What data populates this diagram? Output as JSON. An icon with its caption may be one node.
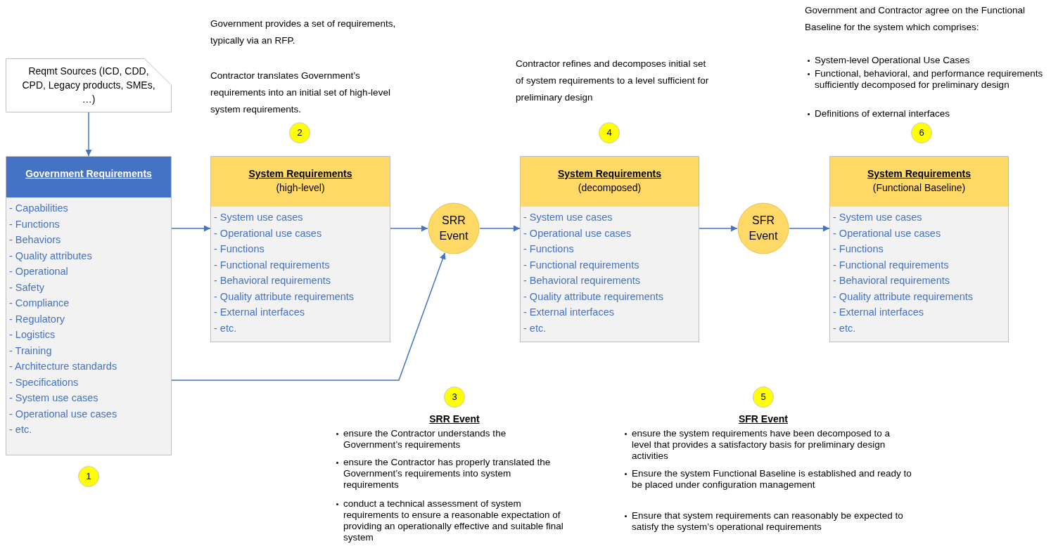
{
  "diagram": {
    "nodes": [
      {
        "text": [
          "Reqmt Sources (ICD, CDD, CPD, Legacy products, SMEs, …)"
        ]
      },
      {
        "text": [
          "Government Requirements",
          "- Capabilities",
          "- Functions",
          "- Behaviors",
          "- Quality attributes",
          "- Operational",
          "- Safety",
          "- Compliance",
          "- Regulatory",
          "- Logistics",
          "- Training",
          "- Architecture standards",
          "- Specifications",
          "- System use cases",
          "- Operational use cases",
          "- etc."
        ]
      },
      {
        "text": [
          "System Requirements",
          "(high-level)",
          "- System use cases",
          "- Operational use cases",
          "- Functions",
          "- Functional requirements",
          "- Behavioral requirements",
          "- Quality attribute requirements",
          "- External interfaces",
          "- etc."
        ]
      },
      {
        "text": [
          "SRR Event"
        ]
      },
      {
        "text": [
          "System Requirements",
          "(decomposed)",
          "- System use cases",
          "- Operational use cases",
          "- Functions",
          "- Functional requirements",
          "- Behavioral requirements",
          "- Quality attribute requirements",
          "- External interfaces",
          "- etc."
        ]
      },
      {
        "text": [
          "SFR Event"
        ]
      },
      {
        "text": [
          "System Requirements",
          "(Functional Baseline)",
          "- System use cases",
          "- Operational use cases",
          "- Functions",
          "- Functional requirements",
          "- Behavioral requirements",
          "- Quality attribute requirements",
          "- External interfaces",
          "- etc."
        ]
      }
    ],
    "edges": [
      {
        "from": 0,
        "to": 1,
        "arrow": "to"
      },
      {
        "from": 1,
        "to": 2,
        "arrow": "to"
      },
      {
        "from": 2,
        "to": 3,
        "arrow": "to"
      },
      {
        "from": 1,
        "to": 3,
        "arrow": "to"
      },
      {
        "from": 3,
        "to": 4,
        "arrow": "to"
      },
      {
        "from": 4,
        "to": 5,
        "arrow": "to"
      },
      {
        "from": 5,
        "to": 6,
        "arrow": "to"
      }
    ],
    "labels": [
      "Government provides a set of requirements, typically via an RFP.",
      "Contractor translates Government’s requirements into an initial set of high-level system requirements.",
      "2",
      "Contractor refines and decomposes initial set of system requirements to a level sufficient for preliminary design",
      "4",
      "Government and Contractor agree on the Functional Baseline for the system which comprises:",
      "System-level Operational Use Cases",
      "Functional, behavioral, and performance requirements sufficiently decomposed for preliminary design",
      "Definitions of external interfaces",
      "6",
      "3",
      "SRR Event",
      "ensure the Contractor understands the Government’s requirements",
      "ensure the Contractor has properly translated the Government’s requirements  into system requirements",
      "conduct a technical assessment of system requirements to ensure a reasonable expectation of providing an operationally effective and suitable final system",
      "5",
      "SFR Event",
      "ensure the system requirements have been decomposed to a level that provides a satisfactory basis for preliminary design activities",
      "Ensure the system Functional Baseline is established and ready to be placed under configuration management",
      "Ensure that system requirements can reasonably be expected to satisfy the system’s operational requirements",
      "1"
    ]
  }
}
